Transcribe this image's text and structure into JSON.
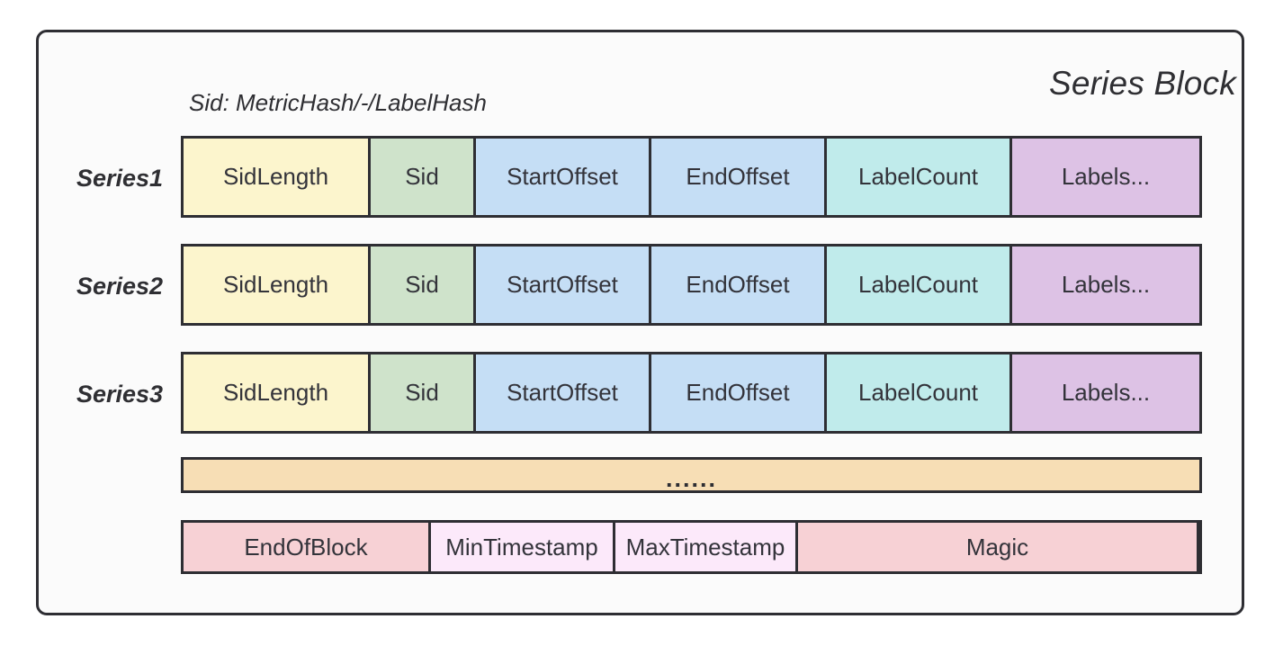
{
  "diagram": {
    "title": "Series Block",
    "sid_note": "Sid: MetricHash/-/LabelHash",
    "columns": [
      {
        "key": "sidlength",
        "label": "SidLength",
        "color": "#fcf5cd"
      },
      {
        "key": "sid",
        "label": "Sid",
        "color": "#cfe3cb"
      },
      {
        "key": "startoffset",
        "label": "StartOffset",
        "color": "#c5def5"
      },
      {
        "key": "endoffset",
        "label": "EndOffset",
        "color": "#c5def5"
      },
      {
        "key": "labelcount",
        "label": "LabelCount",
        "color": "#c0ebeb"
      },
      {
        "key": "labels",
        "label": "Labels...",
        "color": "#ddc2e5"
      }
    ],
    "rows": [
      {
        "label": "Series1",
        "cells": [
          "SidLength",
          "Sid",
          "StartOffset",
          "EndOffset",
          "LabelCount",
          "Labels..."
        ]
      },
      {
        "label": "Series2",
        "cells": [
          "SidLength",
          "Sid",
          "StartOffset",
          "EndOffset",
          "LabelCount",
          "Labels..."
        ]
      },
      {
        "label": "Series3",
        "cells": [
          "SidLength",
          "Sid",
          "StartOffset",
          "EndOffset",
          "LabelCount",
          "Labels..."
        ]
      }
    ],
    "ellipsis_row": {
      "text": "......",
      "color": "#f7deb5"
    },
    "footer_cells": [
      {
        "key": "endofblock",
        "label": "EndOfBlock",
        "color": "#f7d1d5"
      },
      {
        "key": "mintimestamp",
        "label": "MinTimestamp",
        "color": "#fce9fa"
      },
      {
        "key": "maxtimestamp",
        "label": "MaxTimestamp",
        "color": "#fce9fa"
      },
      {
        "key": "magic",
        "label": "Magic",
        "color": "#f7d1d5"
      }
    ],
    "colors": {
      "border": "#2e2e33",
      "text": "#2f2f33",
      "background": "#fbfbfb"
    }
  }
}
